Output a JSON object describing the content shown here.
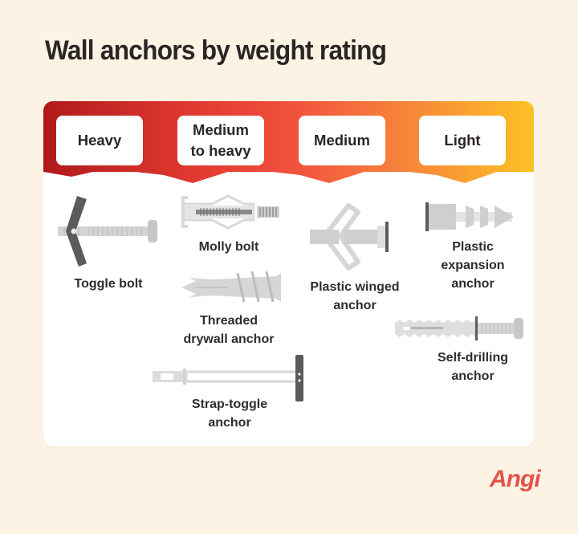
{
  "title": "Wall anchors by weight rating",
  "categories": [
    {
      "id": "heavy",
      "label": "Heavy"
    },
    {
      "id": "medium-to-heavy",
      "label": "Medium\nto heavy"
    },
    {
      "id": "medium",
      "label": "Medium"
    },
    {
      "id": "light",
      "label": "Light"
    }
  ],
  "anchors": {
    "heavy": [
      {
        "name": "Toggle bolt",
        "icon": "toggle-bolt-icon"
      }
    ],
    "medium_to_heavy": [
      {
        "name": "Molly bolt",
        "icon": "molly-bolt-icon"
      },
      {
        "name": "Threaded\ndrywall anchor",
        "icon": "threaded-drywall-anchor-icon"
      },
      {
        "name": "Strap-toggle\nanchor",
        "icon": "strap-toggle-anchor-icon"
      }
    ],
    "medium": [
      {
        "name": "Plastic winged\nanchor",
        "icon": "plastic-winged-anchor-icon"
      }
    ],
    "light": [
      {
        "name": "Plastic\nexpansion\nanchor",
        "icon": "plastic-expansion-anchor-icon"
      },
      {
        "name": "Self-drilling\nanchor",
        "icon": "self-drilling-anchor-icon"
      }
    ]
  },
  "brand": {
    "logo_text": "Angi",
    "color": "#e4534a"
  },
  "colors": {
    "background": "#fdf3e5",
    "gradient_start": "#b51d1d",
    "gradient_mid": "#ee4a3c",
    "gradient_mid2": "#f6793a",
    "gradient_end": "#fbbf24",
    "hardware_light": "#cfcfcf",
    "hardware_dark": "#5f5f5f"
  }
}
